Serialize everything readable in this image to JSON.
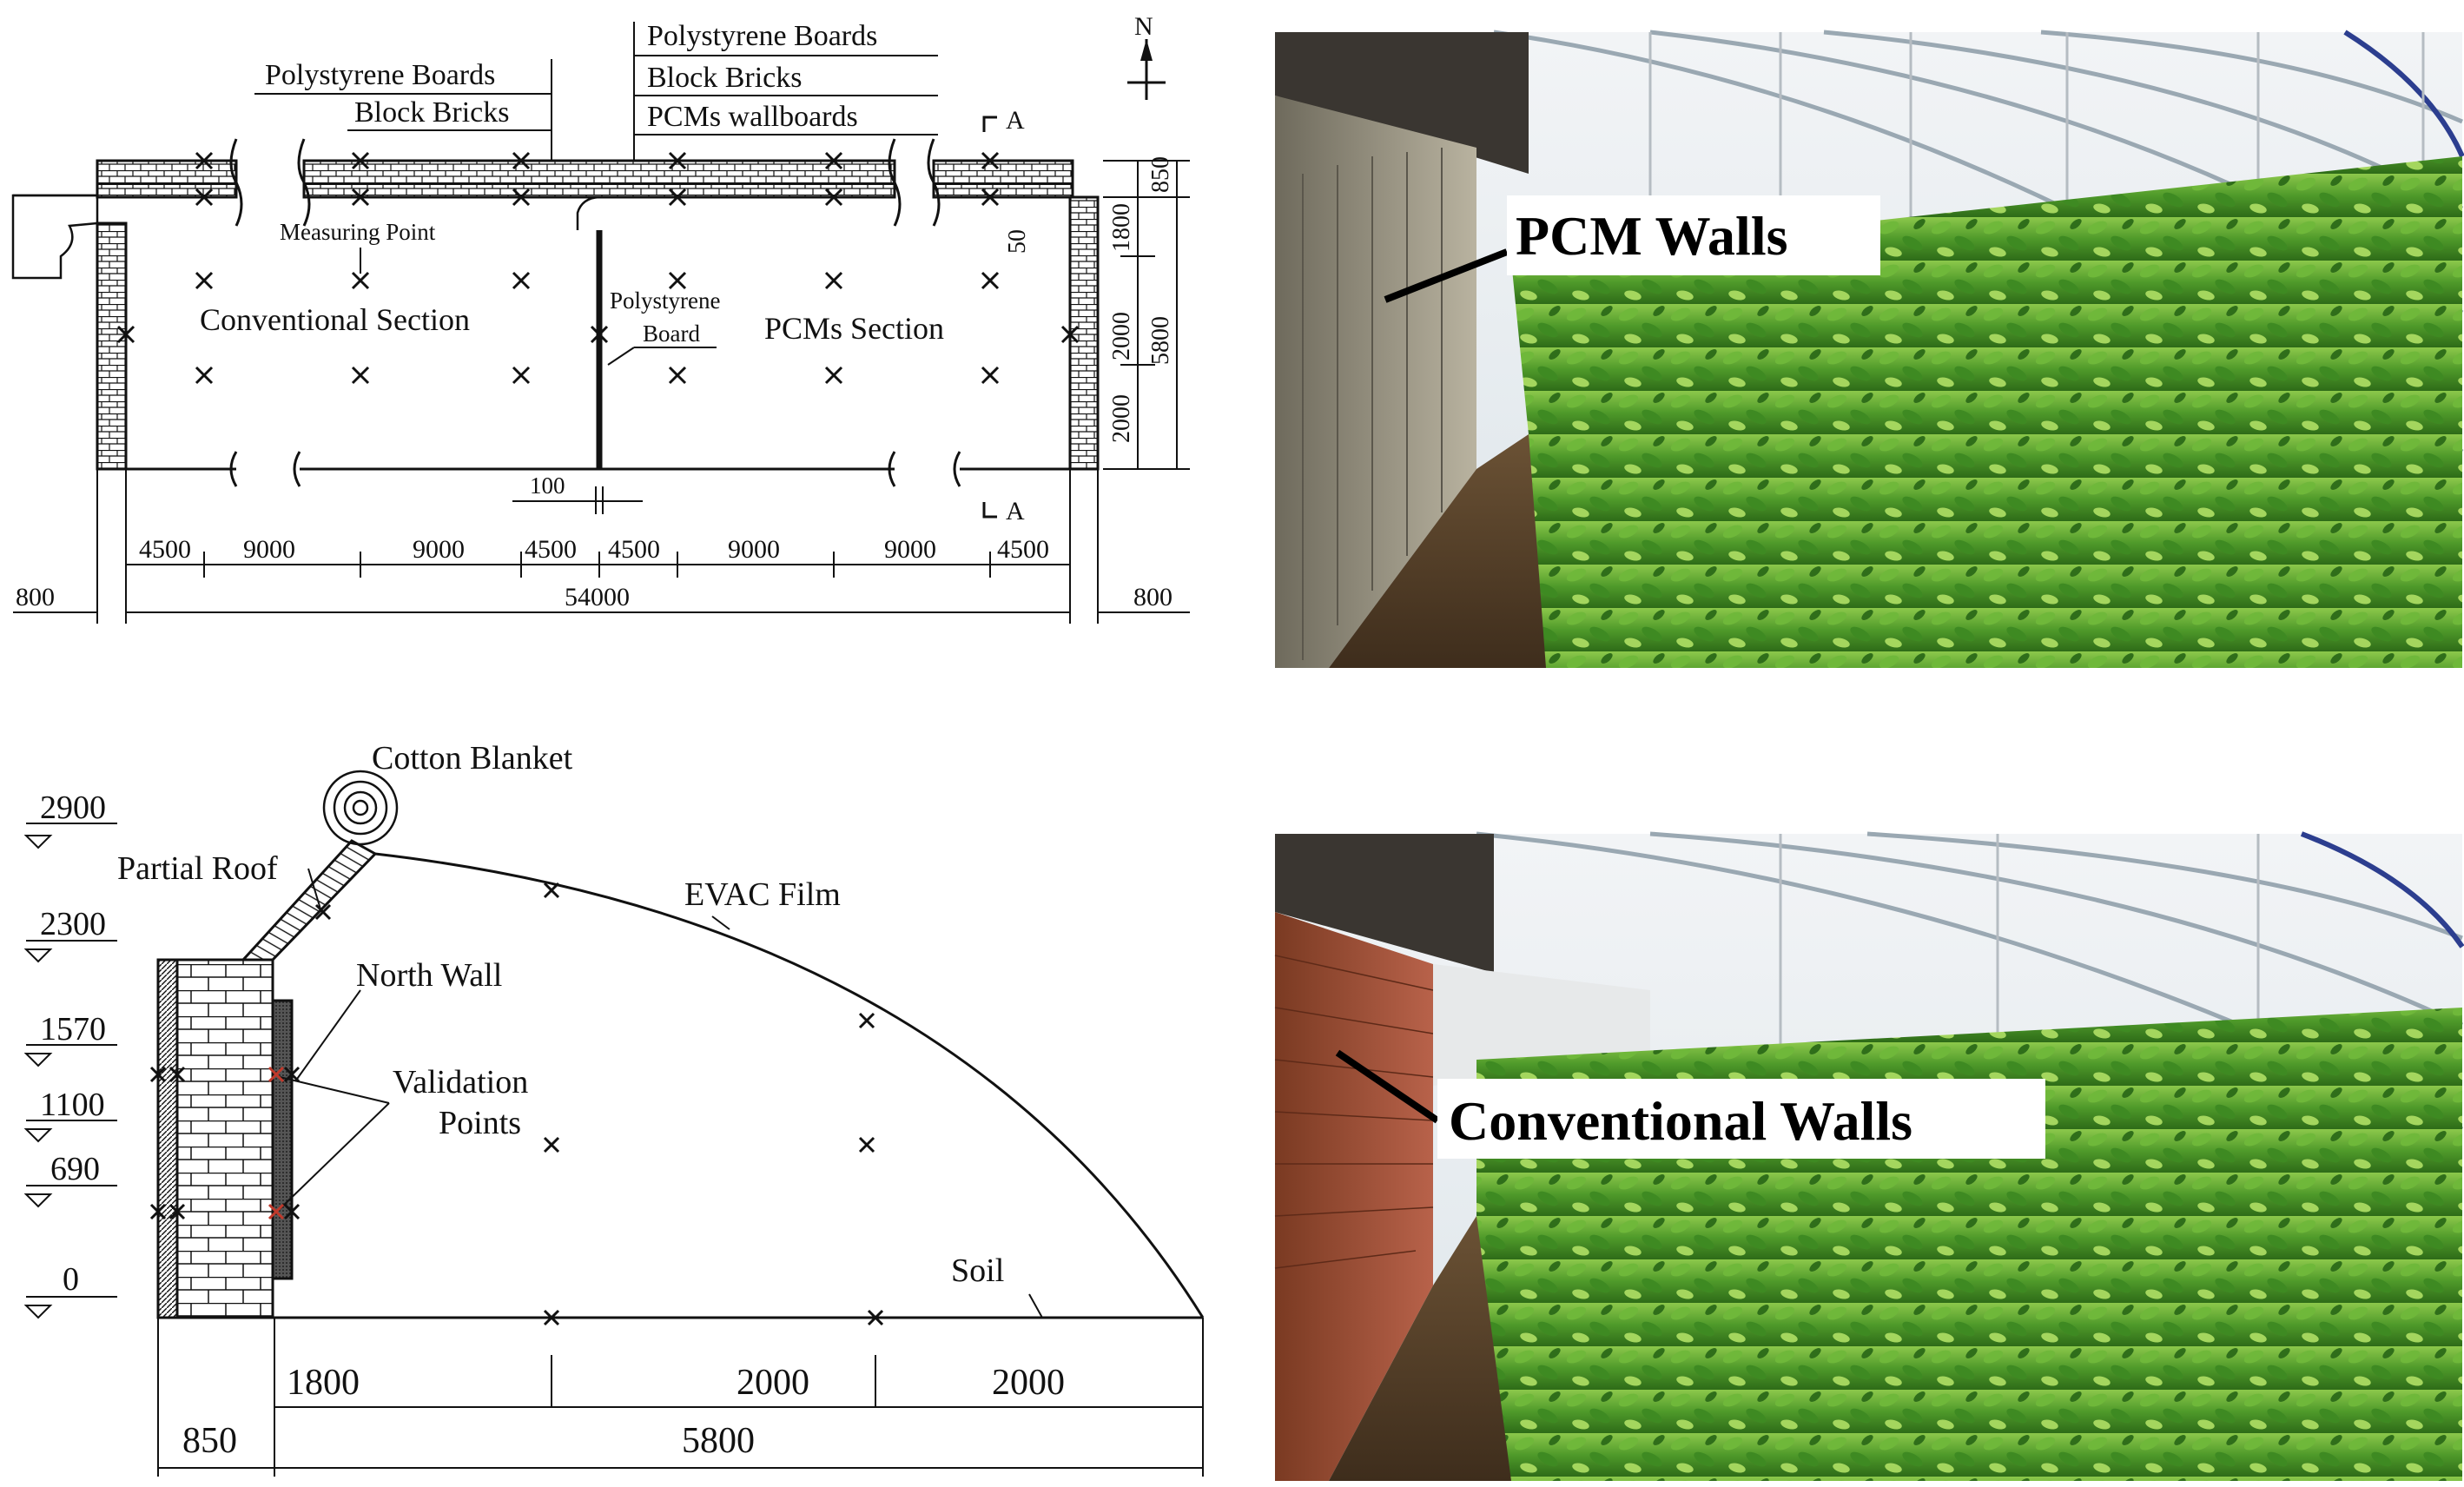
{
  "plan": {
    "labels": {
      "north": "N",
      "section_a_top": "A",
      "section_a_bottom": "A",
      "poly_left": "Polystyrene Boards",
      "brick_left": "Block Bricks",
      "poly_right": "Polystyrene Boards",
      "brick_right": "Block Bricks",
      "pcm_right": "PCMs wallboards",
      "measuring_point": "Measuring Point",
      "conventional_section": "Conventional Section",
      "polystyrene_board_1": "Polystyrene",
      "polystyrene_board_2": "Board",
      "pcms_section": "PCMs Section"
    },
    "bottom_dims": [
      "4500",
      "9000",
      "9000",
      "4500",
      "4500",
      "9000",
      "9000",
      "4500"
    ],
    "total": "54000",
    "left_margin": "800",
    "right_margin": "800",
    "partition": "100",
    "right_dims": {
      "wall": "850",
      "gap": "50",
      "d1": "1800",
      "d2": "2000",
      "d3": "2000",
      "total": "5800"
    }
  },
  "section": {
    "labels": {
      "cotton_blanket": "Cotton Blanket",
      "partial_roof": "Partial Roof",
      "north_wall": "North Wall",
      "evac_film": "EVAC Film",
      "validation_1": "Validation",
      "validation_2": "Points",
      "soil": "Soil"
    },
    "elevations": [
      "2900",
      "2300",
      "1570",
      "1100",
      "690",
      "0"
    ],
    "bottom_dims": [
      "1800",
      "2000",
      "2000"
    ],
    "wall_width": "850",
    "span": "5800"
  },
  "photos": {
    "top_label": "PCM Walls",
    "bottom_label": "Conventional Walls"
  },
  "colors": {
    "line": "#111111",
    "validation_point": "#c0392b",
    "brick_wall": "#a0522d",
    "plants": "#4f9a2a"
  }
}
